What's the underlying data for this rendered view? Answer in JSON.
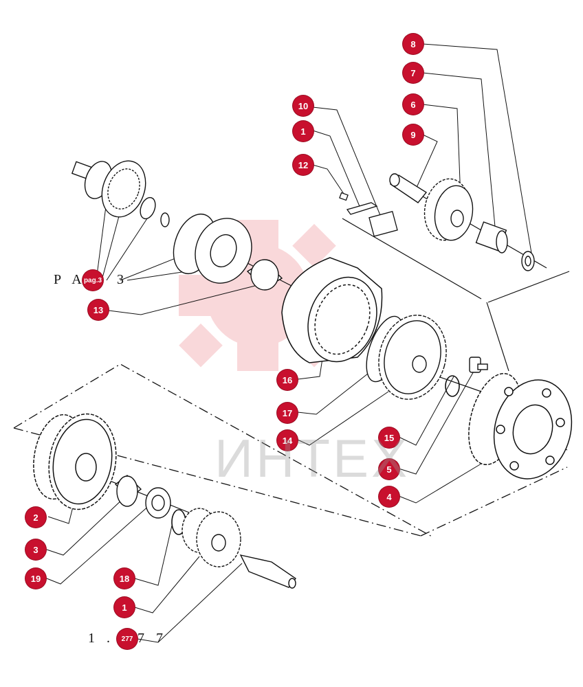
{
  "diagram": {
    "callouts": [
      {
        "id": "c8",
        "label": "8"
      },
      {
        "id": "c7",
        "label": "7"
      },
      {
        "id": "c6",
        "label": "6"
      },
      {
        "id": "c9",
        "label": "9"
      },
      {
        "id": "c10",
        "label": "10"
      },
      {
        "id": "c1a",
        "label": "1"
      },
      {
        "id": "c12",
        "label": "12"
      },
      {
        "id": "cpag",
        "label": "pag.3"
      },
      {
        "id": "c13",
        "label": "13"
      },
      {
        "id": "c16",
        "label": "16"
      },
      {
        "id": "c17",
        "label": "17"
      },
      {
        "id": "c14",
        "label": "14"
      },
      {
        "id": "c15",
        "label": "15"
      },
      {
        "id": "c5",
        "label": "5"
      },
      {
        "id": "c4",
        "label": "4"
      },
      {
        "id": "c2",
        "label": "2"
      },
      {
        "id": "c3",
        "label": "3"
      },
      {
        "id": "c19",
        "label": "19"
      },
      {
        "id": "c18",
        "label": "18"
      },
      {
        "id": "c1b",
        "label": "1"
      },
      {
        "id": "c277",
        "label": "277"
      }
    ],
    "ref_text_left": "P A",
    "ref_text_right": "3",
    "figure_code_left": "1 . 1",
    "figure_code_right": "7 7",
    "watermark_text": "ИНТЕХ"
  }
}
